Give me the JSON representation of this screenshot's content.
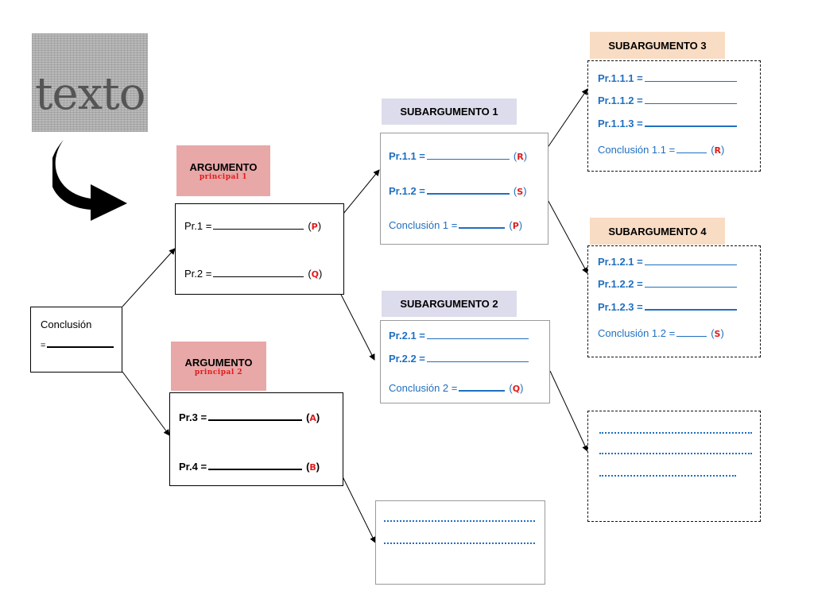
{
  "logo": {
    "text": "texto"
  },
  "conclusion": {
    "label": "Conclusión",
    "prefix": "="
  },
  "arg1": {
    "title": "ARGUMENTO",
    "subtitle": "principal 1",
    "rows": [
      {
        "label": "Pr.1 =",
        "mark": "P"
      },
      {
        "label": "Pr.2 =",
        "mark": "Q"
      }
    ]
  },
  "arg2": {
    "title": "ARGUMENTO",
    "subtitle": "principal 2",
    "rows": [
      {
        "label": "Pr.3 =",
        "mark": "A"
      },
      {
        "label": "Pr.4 =",
        "mark": "B"
      }
    ]
  },
  "sub1": {
    "title": "SUBARGUMENTO 1",
    "rows": [
      {
        "label": "Pr.1.1 =",
        "mark": "R"
      },
      {
        "label": "Pr.1.2 =",
        "mark": "S"
      },
      {
        "label": "Conclusión 1 =",
        "mark": "P"
      }
    ]
  },
  "sub2": {
    "title": "SUBARGUMENTO 2",
    "rows": [
      {
        "label": "Pr.2.1 ="
      },
      {
        "label": "Pr.2.2 ="
      },
      {
        "label": "Conclusión 2 =",
        "mark": "Q"
      }
    ]
  },
  "sub3": {
    "title": "SUBARGUMENTO 3",
    "rows": [
      {
        "label": "Pr.1.1.1 ="
      },
      {
        "label": "Pr.1.1.2 ="
      },
      {
        "label": "Pr.1.1.3 ="
      },
      {
        "label": "Conclusión 1.1 =",
        "mark": "R"
      }
    ]
  },
  "sub4": {
    "title": "SUBARGUMENTO 4",
    "rows": [
      {
        "label": "Pr.1.2.1 ="
      },
      {
        "label": "Pr.1.2.2 ="
      },
      {
        "label": "Pr.1.2.3 ="
      },
      {
        "label": "Conclusión 1.2 =",
        "mark": "S"
      }
    ]
  },
  "colors": {
    "red": "#e21b1b",
    "blue": "#1f6fc0",
    "tag_red": "#e8a8a8",
    "tag_lavender": "#dcdcec",
    "tag_peach": "#f9dcc4"
  }
}
